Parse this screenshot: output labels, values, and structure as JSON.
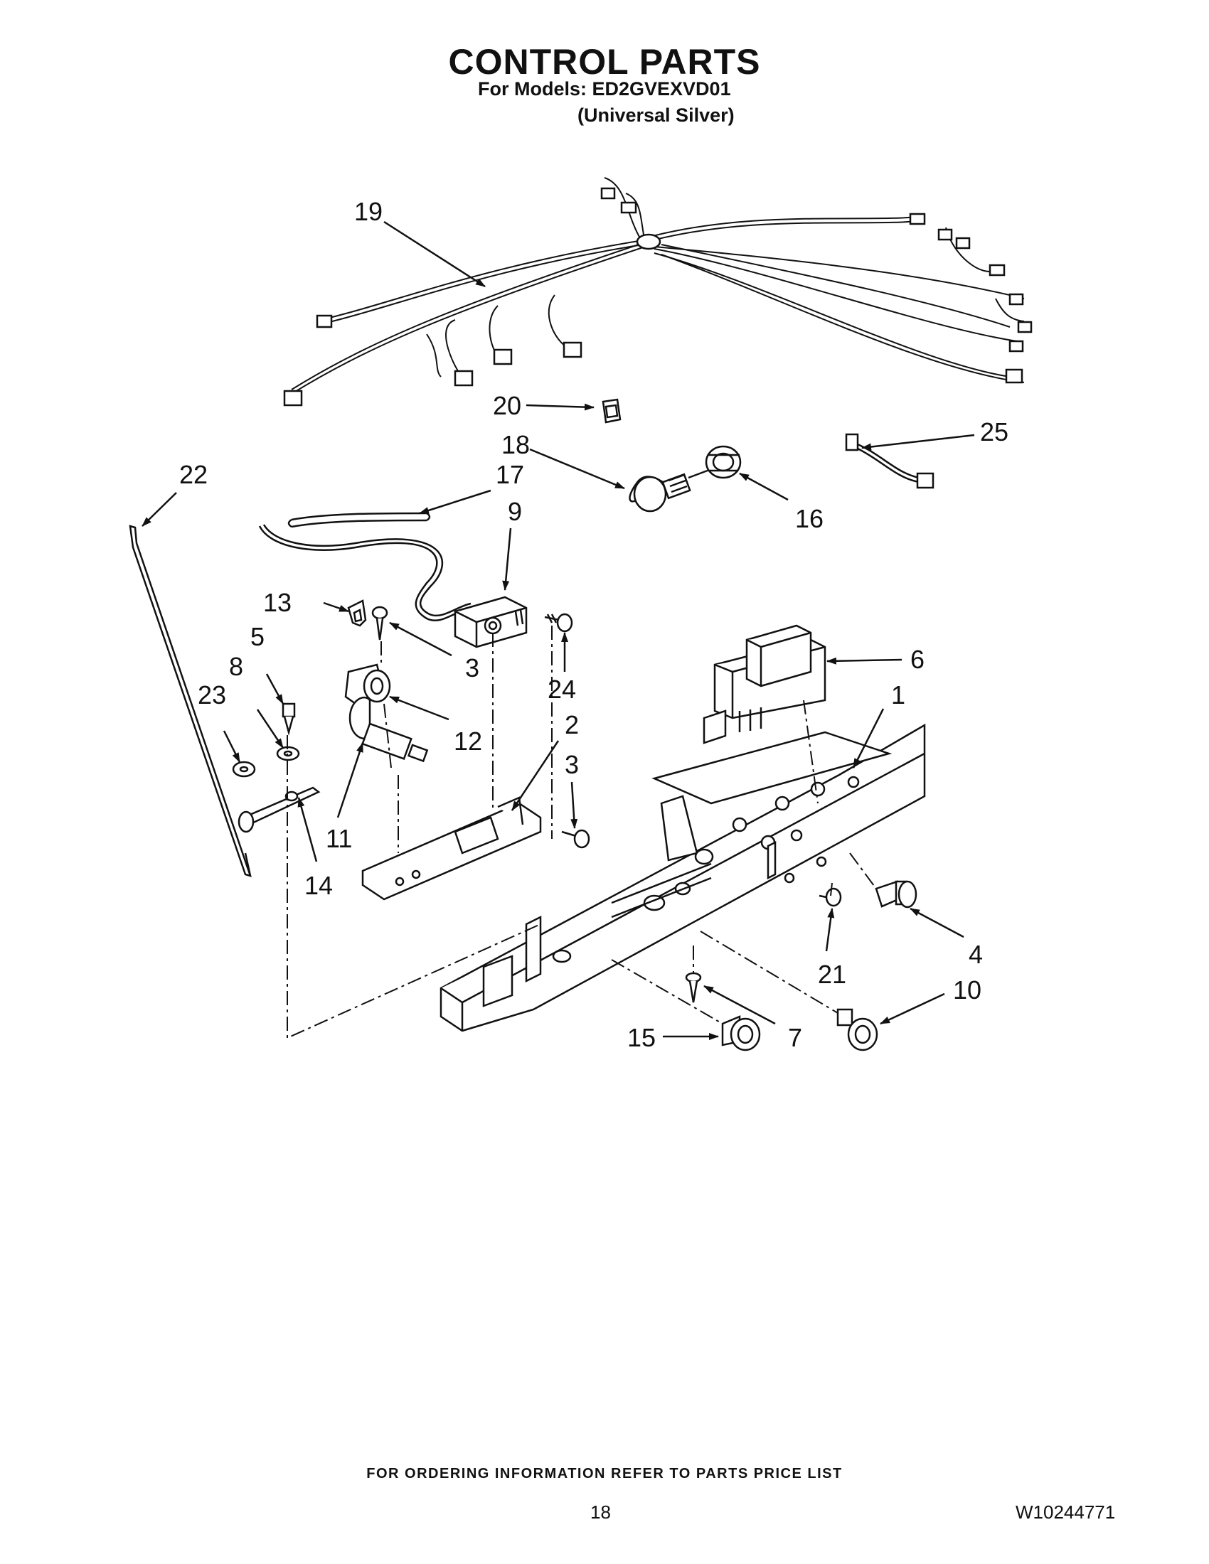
{
  "header": {
    "title": "CONTROL PARTS",
    "models_line": "For Models: ED2GVEXVD01",
    "variant_line": "(Universal Silver)"
  },
  "callouts": [
    "19",
    "20",
    "18",
    "25",
    "22",
    "17",
    "16",
    "9",
    "13",
    "5",
    "3",
    "24",
    "6",
    "1",
    "8",
    "23",
    "12",
    "2",
    "3",
    "11",
    "14",
    "4",
    "21",
    "10",
    "7",
    "15"
  ],
  "footer": {
    "ordering_note": "FOR ORDERING INFORMATION REFER TO PARTS PRICE LIST",
    "page_number": "18",
    "document_number": "W10244771"
  }
}
